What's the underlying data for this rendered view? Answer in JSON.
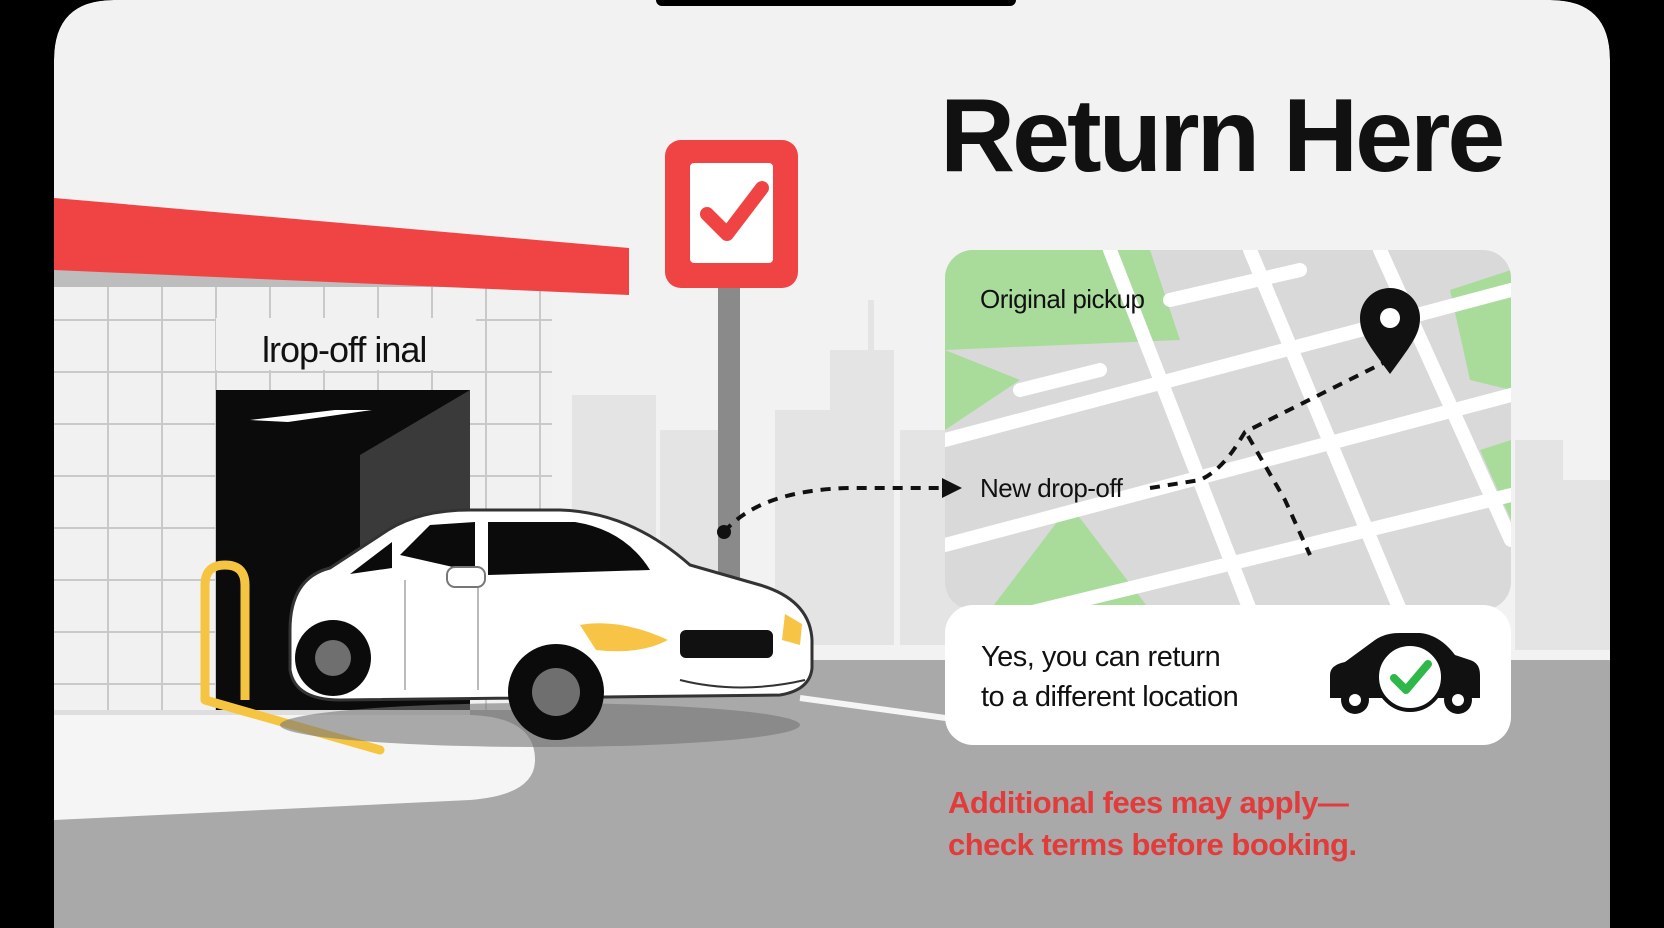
{
  "headline": "Return Here",
  "building": {
    "sign_text": "lrop-off inal"
  },
  "map": {
    "pickup_label": "Original pickup",
    "dropoff_label": "New drop-off"
  },
  "info_card": {
    "line1": "Yes, you can return",
    "line2": "to a different location",
    "icon": "car-check-icon"
  },
  "notice": {
    "line1": "Additional fees may apply—",
    "line2": "check terms before booking."
  },
  "signpost_icon": "checkmark-icon",
  "location_pin_icon": "map-pin-icon",
  "colors": {
    "accent_red": "#f04444",
    "notice_red": "#e23b3b",
    "check_green": "#2fb74a",
    "map_green": "#a9dc9b",
    "bollard_yellow": "#f5c542",
    "headlight_yellow": "#f7c445"
  }
}
